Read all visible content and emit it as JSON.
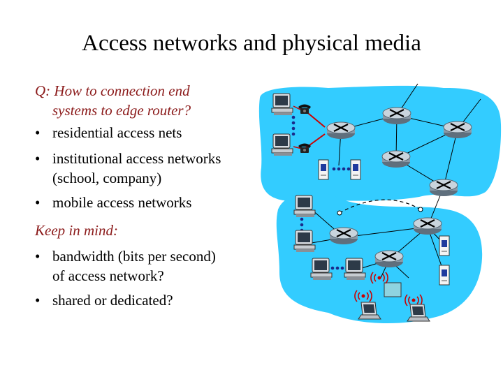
{
  "title": "Access networks and physical media",
  "question": {
    "line1": "Q: How to connection end",
    "line2": "systems to edge router?"
  },
  "bullets1": [
    {
      "line1": "residential access nets"
    },
    {
      "line1": "institutional access networks",
      "line2": "(school, company)"
    },
    {
      "line1": "mobile access networks"
    }
  ],
  "keep_heading": "Keep in mind:",
  "bullets2": [
    {
      "line1": "bandwidth (bits per second)",
      "line2": "of access network?"
    },
    {
      "line1": "shared or dedicated?"
    }
  ],
  "bullet_char": "•",
  "colors": {
    "cloud": "#33ccff",
    "link": "#cc0000",
    "router": "#8a9aa8",
    "text_italic": "#8b1a1a"
  }
}
